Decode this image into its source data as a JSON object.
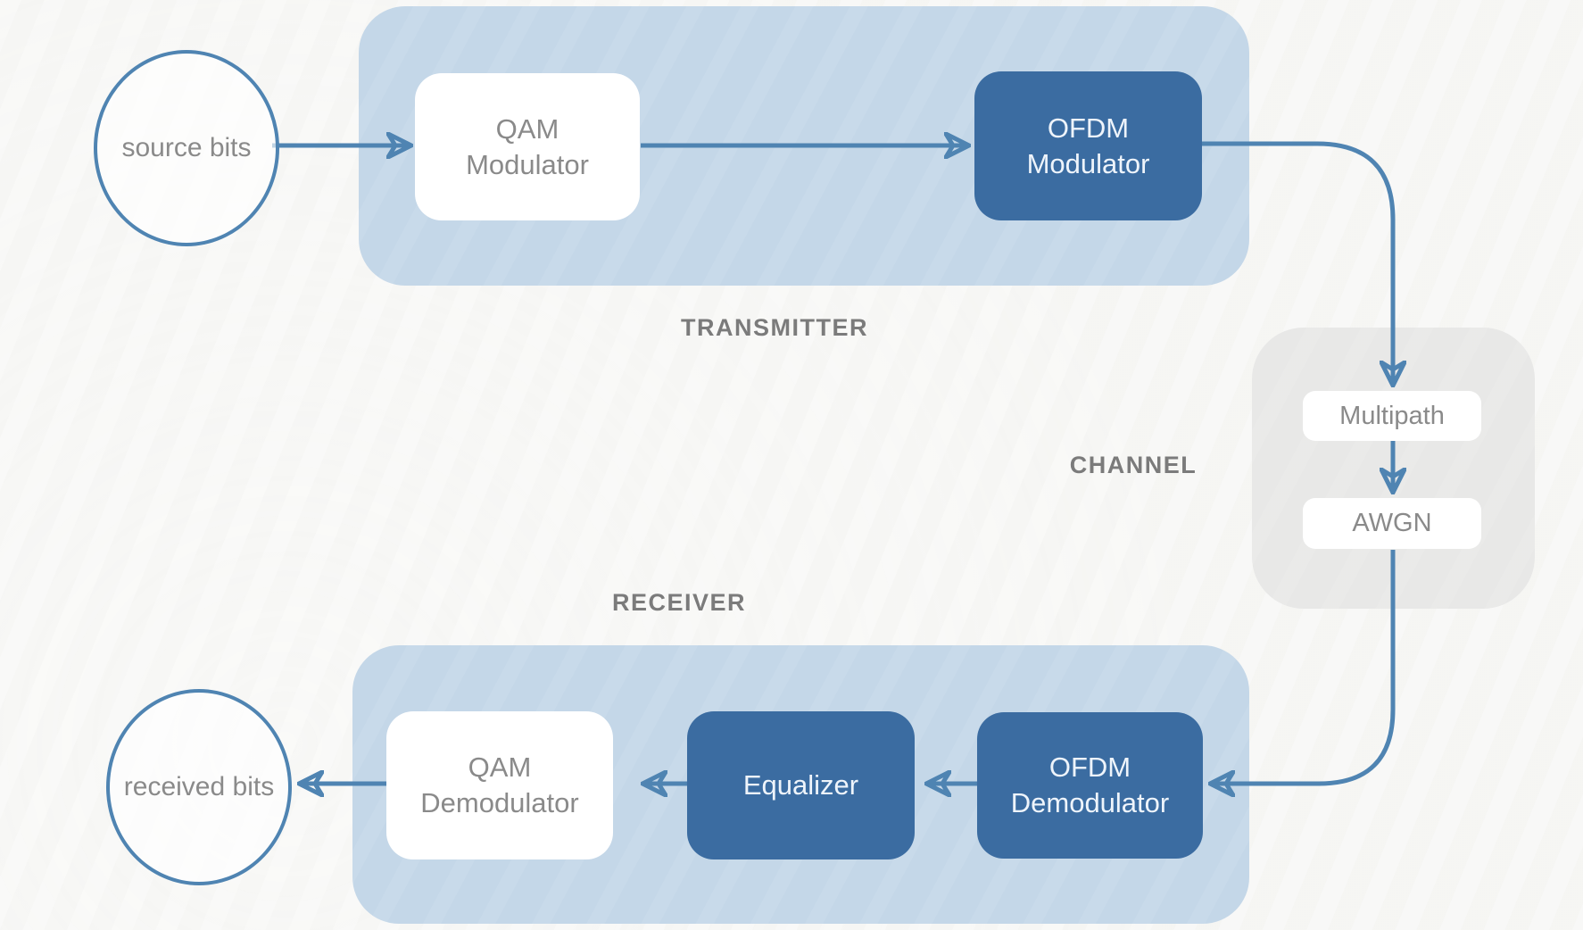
{
  "palette": {
    "background": "#f7f7f5",
    "container_blue": "#c4d7e8",
    "channel_gray": "#e8e8e7",
    "box_dark_blue": "#3b6ca1",
    "box_white": "#ffffff",
    "wire_blue": "#4f84b2",
    "text_gray": "#8a8a8a",
    "section_label_gray": "#7b7b7b",
    "text_white": "#eef4fb"
  },
  "sections": {
    "transmitter": "TRANSMITTER",
    "channel": "CHANNEL",
    "receiver": "RECEIVER"
  },
  "nodes": {
    "source_bits": {
      "label": "source bits"
    },
    "qam_modulator": {
      "line1": "QAM",
      "line2": "Modulator"
    },
    "ofdm_modulator": {
      "line1": "OFDM",
      "line2": "Modulator"
    },
    "multipath": {
      "label": "Multipath"
    },
    "awgn": {
      "label": "AWGN"
    },
    "ofdm_demodulator": {
      "line1": "OFDM",
      "line2": "Demodulator"
    },
    "equalizer": {
      "label": "Equalizer"
    },
    "qam_demodulator": {
      "line1": "QAM",
      "line2": "Demodulator"
    },
    "received_bits": {
      "label": "received bits"
    }
  },
  "flow": {
    "description": "source bits -> QAM Modulator -> OFDM Modulator -> Multipath -> AWGN -> OFDM Demodulator -> Equalizer -> QAM Demodulator -> received bits"
  }
}
